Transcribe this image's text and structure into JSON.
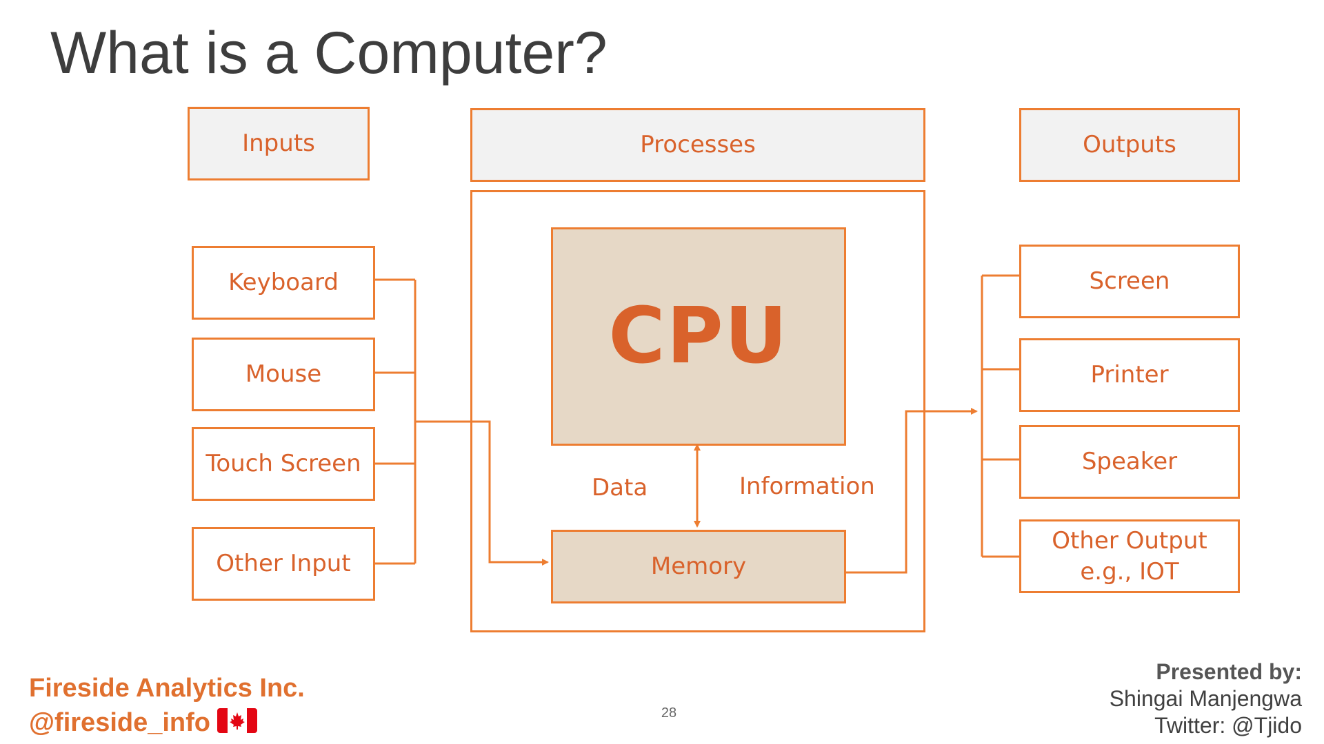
{
  "slide": {
    "title": "What is a Computer?",
    "page_number": "28"
  },
  "headers": {
    "inputs": "Inputs",
    "processes": "Processes",
    "outputs": "Outputs"
  },
  "inputs": [
    "Keyboard",
    "Mouse",
    "Touch Screen",
    "Other Input"
  ],
  "processes": {
    "cpu": "CPU",
    "memory": "Memory",
    "data_label": "Data",
    "information_label": "Information"
  },
  "outputs": [
    "Screen",
    "Printer",
    "Speaker",
    "Other Output",
    "e.g., IOT"
  ],
  "footer": {
    "company": "Fireside Analytics Inc.",
    "handle": "@fireside_info",
    "presented_by": "Presented by:",
    "presenter_name": "Shingai Manjengwa",
    "presenter_twitter": "Twitter: @Tjido"
  },
  "colors": {
    "accent": "#ed7d31",
    "text_accent": "#d9622b",
    "header_fill": "#f2f2f2",
    "tan_fill": "#e6d8c6",
    "flag_red": "#e30613"
  },
  "icons": {
    "flag": "canada-flag-icon"
  }
}
